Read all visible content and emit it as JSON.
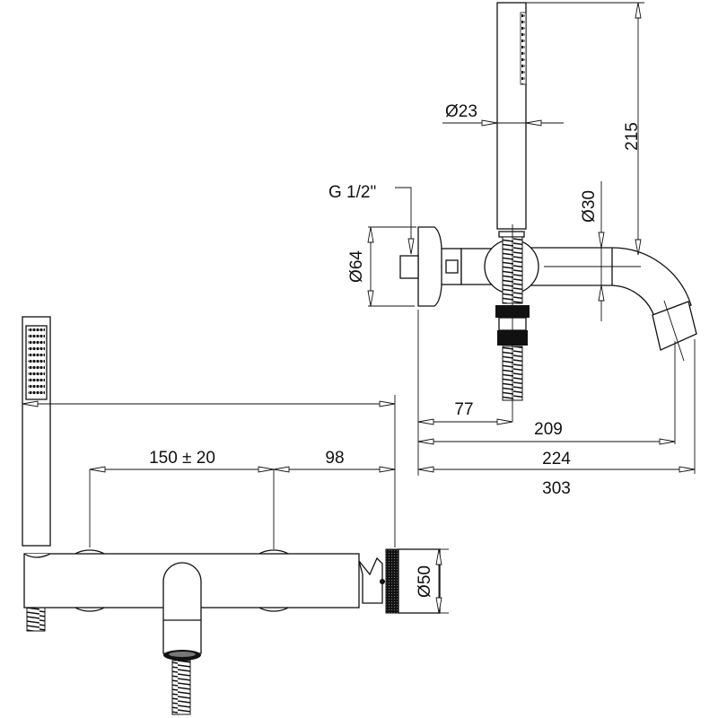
{
  "drawing": {
    "title": "Wall-mounted bath mixer with hand shower – dimension drawing",
    "dimensions": {
      "handshower_diameter": "Ø23",
      "handshower_length": "215",
      "spout_diameter": "Ø30",
      "thread": "G 1/2\"",
      "flange_diameter": "Ø64",
      "wall_to_outlet": "77",
      "wall_to_spout_end": "209",
      "wall_to_spout_tip": "224",
      "overall_depth": "303",
      "inlet_spacing": "150 ± 20",
      "inlet_to_knob": "98",
      "knob_diameter": "Ø50"
    }
  }
}
